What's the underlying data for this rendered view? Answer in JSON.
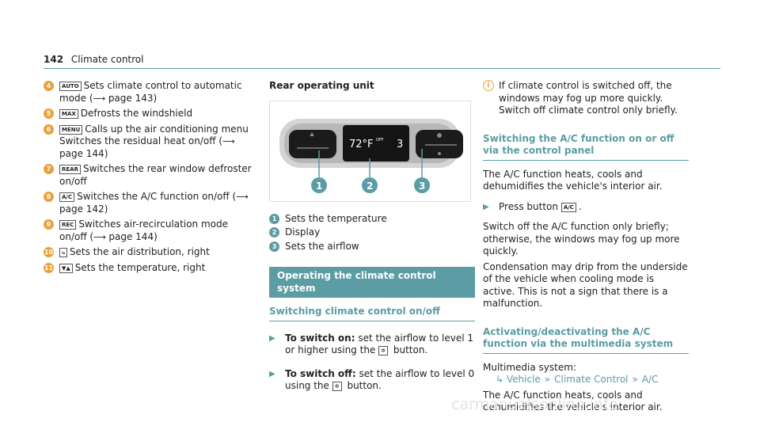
{
  "header": {
    "page_number": "142",
    "title": "Climate control"
  },
  "col1": {
    "items": [
      {
        "num": "4",
        "glyph": "AUTO",
        "text": "Sets climate control to automatic mode (",
        "ref": "page 143)",
        "tail": ""
      },
      {
        "num": "5",
        "glyph": "MAX",
        "text": "Defrosts the windshield",
        "ref": "",
        "tail": ""
      },
      {
        "num": "6",
        "glyph": "MENU",
        "text": "Calls up the air conditioning menu Switches the residual heat on/off (",
        "ref": "page 144)",
        "tail": ""
      },
      {
        "num": "7",
        "glyph": "REAR",
        "text": "Switches the rear window defroster on/off",
        "ref": "",
        "tail": ""
      },
      {
        "num": "8",
        "glyph": "A/C",
        "text": "Switches the A/C function on/off (",
        "ref": "page 142)",
        "tail": ""
      },
      {
        "num": "9",
        "glyph": "REC",
        "text": "Switches air-recirculation mode on/off (",
        "ref": "page 144)",
        "tail": ""
      },
      {
        "num": "10",
        "glyph": "⤷",
        "text": "Sets the air distribution, right",
        "ref": "",
        "tail": ""
      },
      {
        "num": "11",
        "glyph": "▼▲",
        "text": "Sets the temperature, right",
        "ref": "",
        "tail": ""
      }
    ]
  },
  "col2": {
    "heading": "Rear operating unit",
    "display_temp": "72°F",
    "display_off": "OFF",
    "display_fan": "3",
    "legend": [
      {
        "num": "1",
        "text": "Sets the temperature"
      },
      {
        "num": "2",
        "text": "Display"
      },
      {
        "num": "3",
        "text": "Sets the airflow"
      }
    ],
    "banner": "Operating the climate control system",
    "subhead": "Switching climate control on/off",
    "step1_bold": "To switch on:",
    "step1_text": "set the airflow to level 1 or higher using the",
    "step1_tail": "button.",
    "step2_bold": "To switch off:",
    "step2_text": "set the airflow to level 0 using the",
    "step2_tail": "button."
  },
  "col3": {
    "note": "If climate control is switched off, the windows may fog up more quickly. Switch off climate control only briefly.",
    "head1": "Switching the A/C function on or off via the control panel",
    "p1": "The A/C function heats, cools and dehumidifies the vehicle's interior air.",
    "bullet": "Press button",
    "bullet_glyph": "A/C",
    "p2": "Switch off the A/C function only briefly; otherwise, the windows may fog up more quickly.",
    "p3": "Condensation may drip from the underside of the vehicle when cooling mode is active. This is not a sign that there is a malfunction.",
    "head2": "Activating/deactivating the A/C function via the multimedia system",
    "ms_label": "Multimedia system:",
    "path": [
      "Vehicle",
      "Climate Control",
      "A/C"
    ],
    "p4": "The A/C function heats, cools and dehumidifies the vehicle's interior air."
  },
  "footer": {
    "watermark": "carmanualsonline.info"
  }
}
